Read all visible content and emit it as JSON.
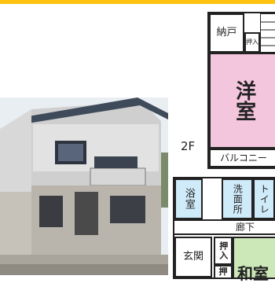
{
  "colors": {
    "accent_bar": "#ffc20e",
    "western_room": "#f4c6dd",
    "wet_rooms": "#cfeaf8",
    "japanese_room": "#cde8b8"
  },
  "photo": {
    "subject": "house-exterior-photo"
  },
  "floor_plan": {
    "floor2": {
      "floor_label": "2F",
      "closet": "納戸",
      "oshiire": "押入",
      "room": "洋室",
      "balcony": "バルコニー"
    },
    "floor1": {
      "bath": "浴室",
      "washroom": "洗面所",
      "toilet": "トイレ",
      "hallway": "廊下",
      "entrance": "玄関",
      "oshiire_1": "押入",
      "oshiire_2": "押",
      "japanese_room": "和室"
    }
  }
}
